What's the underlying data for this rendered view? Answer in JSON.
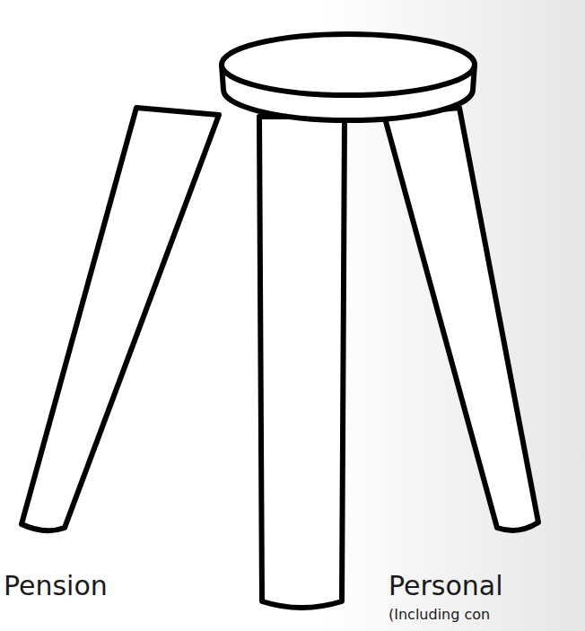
{
  "diagram": {
    "labels": [
      "Pension",
      "Personal",
      "(Including con"
    ]
  }
}
